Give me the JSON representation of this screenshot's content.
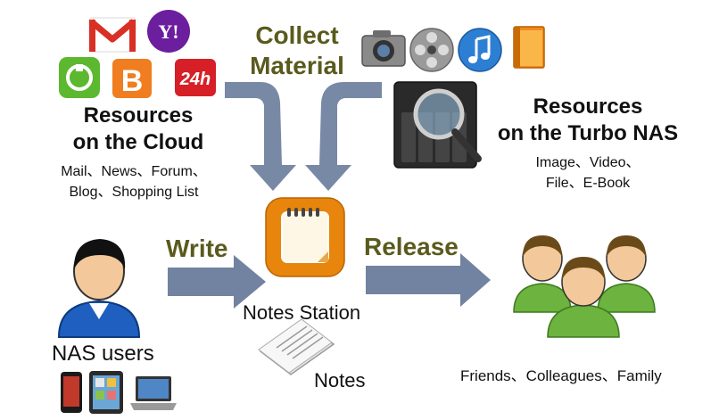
{
  "cloud": {
    "title_line1": "Resources",
    "title_line2": "on the Cloud",
    "desc_line1": "Mail、News、Forum、",
    "desc_line2": "Blog、Shopping  List",
    "icons": [
      {
        "name": "gmail-icon",
        "label": "M",
        "color": "#d93025"
      },
      {
        "name": "yahoo-icon",
        "label": "Y!",
        "color": "#6b1e9e"
      },
      {
        "name": "evernote-icon",
        "label": "",
        "color": "#5cb82e"
      },
      {
        "name": "blogger-icon",
        "label": "B",
        "color": "#f07d1f"
      },
      {
        "name": "news-24h-icon",
        "label": "24h",
        "color": "#d61f26"
      }
    ]
  },
  "collect": {
    "line1": "Collect",
    "line2": "Material"
  },
  "nas": {
    "title_line1": "Resources",
    "title_line2": "on the Turbo NAS",
    "desc_line1": "Image、Video、",
    "desc_line2": "File、E-Book",
    "icons": [
      {
        "name": "camera-icon"
      },
      {
        "name": "film-reel-icon"
      },
      {
        "name": "music-icon"
      },
      {
        "name": "ebook-icon"
      }
    ]
  },
  "write_label": "Write",
  "release_label": "Release",
  "notes_station_label": "Notes Station",
  "notes_label": "Notes",
  "users_label": "NAS users",
  "audience_label": "Friends、Colleagues、Family",
  "colors": {
    "arrow": "#6e7f9b",
    "arrow_label": "#5a5a1e",
    "app_orange": "#e8850c",
    "person_blue": "#1f5fbf",
    "person_green": "#6cb33f"
  }
}
